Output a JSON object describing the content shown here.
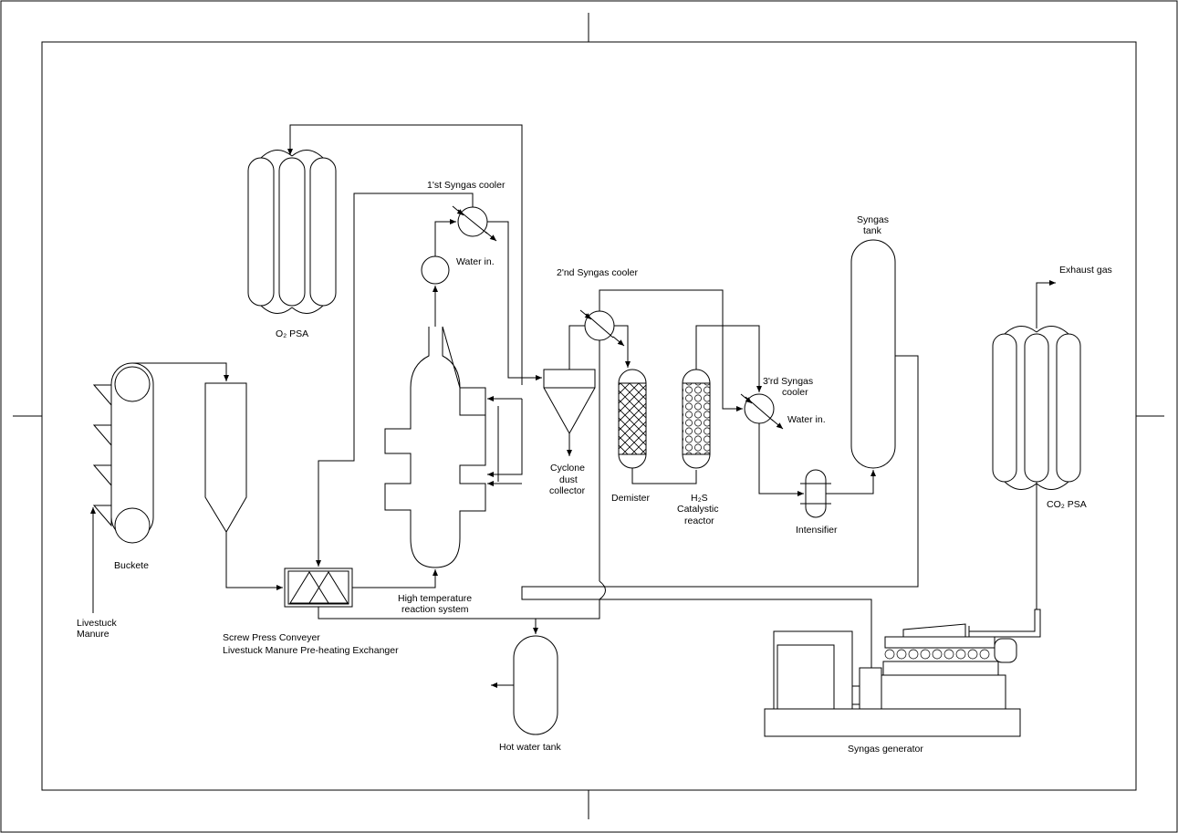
{
  "labels": {
    "first_syngas_cooler": "1'st Syngas cooler",
    "water_in_1": "Water in.",
    "o2_psa": "O₂ PSA",
    "syngas_tank_line1": "Syngas",
    "syngas_tank_line2": "tank",
    "exhaust_gas": "Exhaust gas",
    "second_syngas_cooler": "2'nd Syngas cooler",
    "third_syngas_cooler_line1": "3'rd Syngas",
    "third_syngas_cooler_line2": "cooler",
    "water_in_3": "Water in.",
    "cyclone_line1": "Cyclone",
    "cyclone_line2": "dust",
    "cyclone_line3": "collector",
    "demister": "Demister",
    "h2s_line1": "H₂S",
    "h2s_line2": "Catalystic",
    "h2s_line3": "reactor",
    "intensifier": "Intensifier",
    "co2_psa": "CO₂ PSA",
    "buckete": "Buckete",
    "livestuck_line1": "Livestuck",
    "livestuck_line2": "Manure",
    "hightemp_line1": "High temperature",
    "hightemp_line2": "reaction system",
    "screw_line1": "Screw Press Conveyer",
    "screw_line2": "Livestuck Manure Pre-heating  Exchanger",
    "hot_water_tank": "Hot water tank",
    "syngas_generator": "Syngas generator"
  }
}
